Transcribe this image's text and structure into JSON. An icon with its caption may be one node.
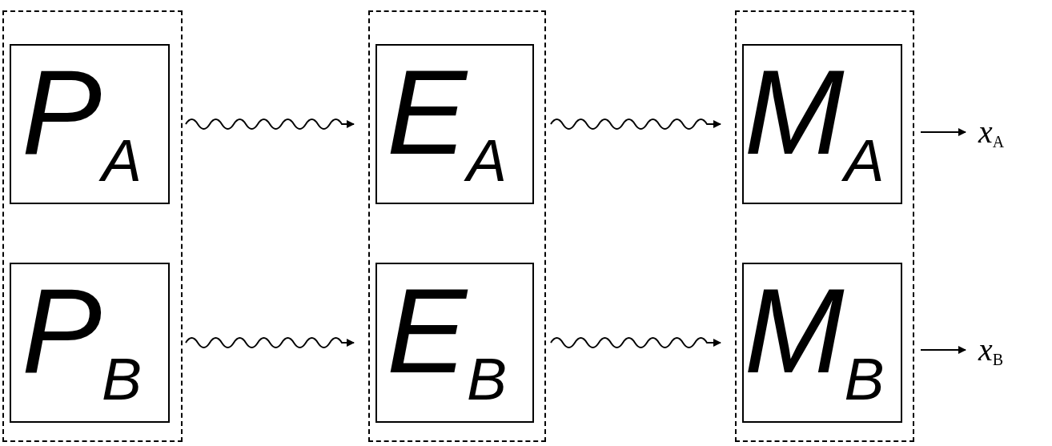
{
  "diagram": {
    "nodes": [
      {
        "text": [],
        "shape": "box"
      },
      {
        "text": [
          "P$_{A}$"
        ],
        "in": 0
      },
      {
        "text": [
          "P$_{B}$"
        ],
        "in": 0
      },
      {
        "text": [],
        "shape": "box"
      },
      {
        "text": [
          "E$_{A}$"
        ],
        "in": 3
      },
      {
        "text": [
          "E$_{B}$"
        ],
        "in": 3
      },
      {
        "text": [],
        "shape": "box"
      },
      {
        "text": [
          "M$_{A}$"
        ],
        "in": 6
      },
      {
        "text": [
          "M$_{B}$"
        ],
        "in": 6
      },
      {
        "text": [
          "*x*$_{A}$"
        ]
      },
      {
        "text": [
          "*x*$_{B}$"
        ]
      }
    ],
    "edges": [
      {
        "from": 1,
        "to": 4,
        "arrow": "to"
      },
      {
        "from": 4,
        "to": 7,
        "arrow": "to"
      },
      {
        "from": 2,
        "to": 5,
        "arrow": "to"
      },
      {
        "from": 5,
        "to": 8,
        "arrow": "to"
      },
      {
        "from": 7,
        "to": 9,
        "arrow": "to"
      },
      {
        "from": 8,
        "to": 10,
        "arrow": "to"
      }
    ]
  }
}
